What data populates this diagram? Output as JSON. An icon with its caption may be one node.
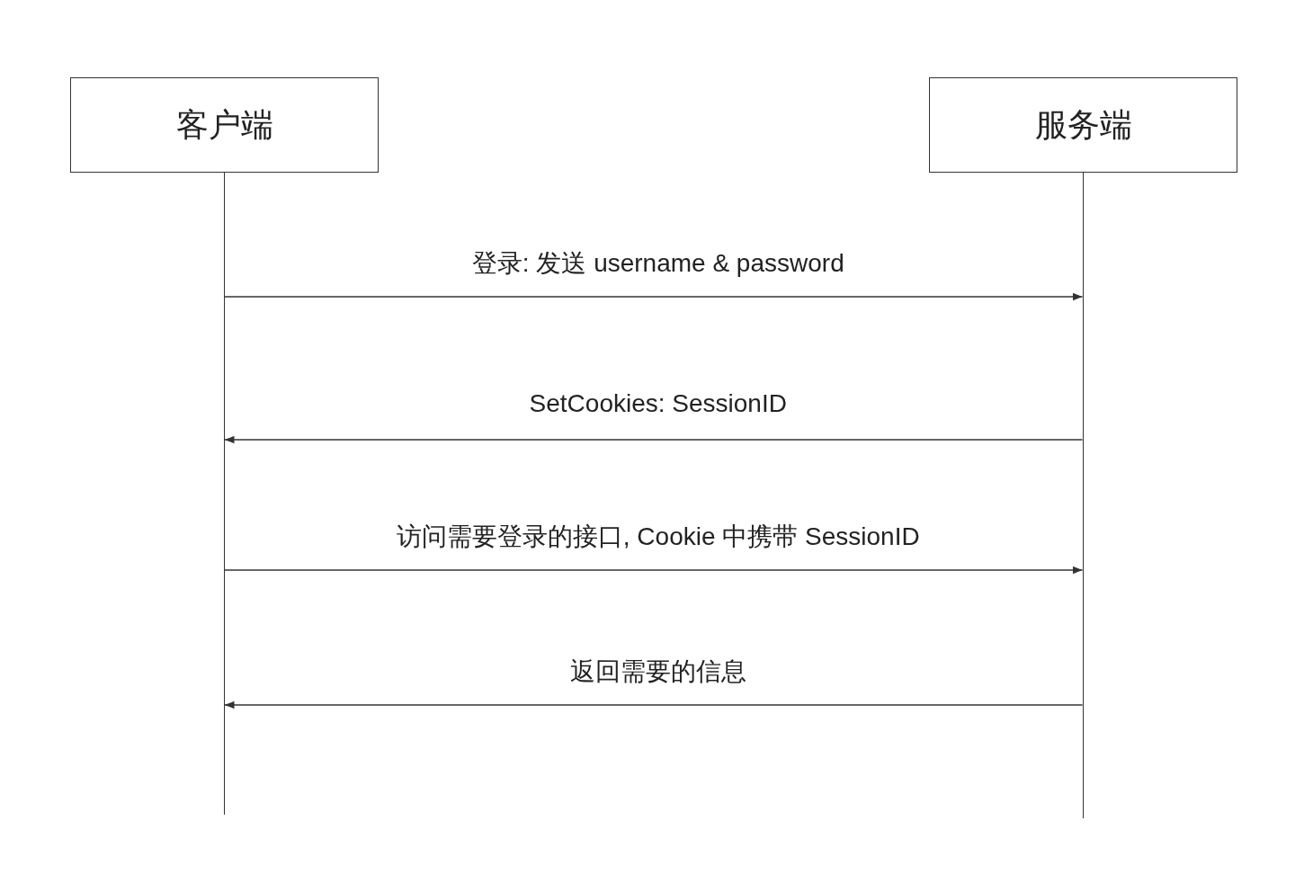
{
  "diagram": {
    "nodes": [
      {
        "text": [
          "客户端"
        ]
      },
      {
        "text": [
          "服务端"
        ]
      },
      {
        "text": [],
        "shape": "bar"
      },
      {
        "text": [],
        "shape": "bar"
      }
    ],
    "edges": [
      {
        "from": 2,
        "to": 3,
        "arrow": "to",
        "label": "登录:  发送 username & password"
      },
      {
        "from": 3,
        "to": 2,
        "arrow": "to",
        "label": "SetCookies: SessionID"
      },
      {
        "from": 2,
        "to": 3,
        "arrow": "to",
        "label": "访问需要登录的接口, Cookie 中携带 SessionID"
      },
      {
        "from": 3,
        "to": 2,
        "arrow": "to",
        "label": "返回需要的信息"
      }
    ]
  }
}
